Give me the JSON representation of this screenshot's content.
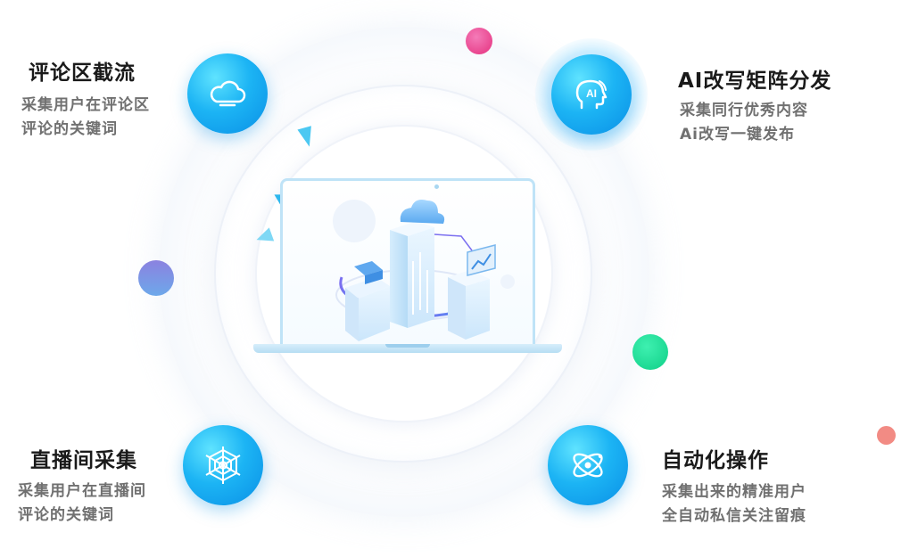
{
  "colors": {
    "accent_blue": "#1cb4f4",
    "title_text": "#1a1a1a",
    "desc_text": "#707070",
    "dot_pink": "#e5307e",
    "dot_purple": "#8b82e0",
    "dot_green": "#0fcf87",
    "dot_coral": "#f28b84"
  },
  "features": {
    "comment": {
      "title": "评论区截流",
      "desc_line1": "采集用户在评论区",
      "desc_line2": "评论的关键词",
      "icon": "cloud-icon"
    },
    "ai": {
      "title": "AI改写矩阵分发",
      "desc_line1": "采集同行优秀内容",
      "desc_line2": "Ai改写一键发布",
      "icon": "ai-head-icon",
      "icon_text": "AI"
    },
    "live": {
      "title": "直播间采集",
      "desc_line1": "采集用户在直播间",
      "desc_line2": "评论的关键词",
      "icon": "spider-web-icon"
    },
    "auto": {
      "title": "自动化操作",
      "desc_line1": "采集出来的精准用户",
      "desc_line2": "全自动私信关注留痕",
      "icon": "atom-icon"
    }
  },
  "center_illustration": "laptop-cloud-data-icon"
}
